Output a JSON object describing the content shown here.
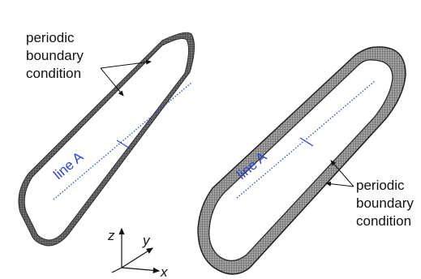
{
  "labels": {
    "pbc_left": [
      "periodic",
      "boundary",
      "condition"
    ],
    "pbc_right": [
      "periodic",
      "boundary",
      "condition"
    ],
    "line_a_left": "line A",
    "line_a_right": "line A"
  },
  "axes": {
    "z": "z",
    "y": "y",
    "x": "x"
  },
  "colors": {
    "line_a": "#2a46d6",
    "mesh_dark": "#2c2c2c",
    "mesh_light": "#8a8a8a",
    "text": "#111111"
  }
}
